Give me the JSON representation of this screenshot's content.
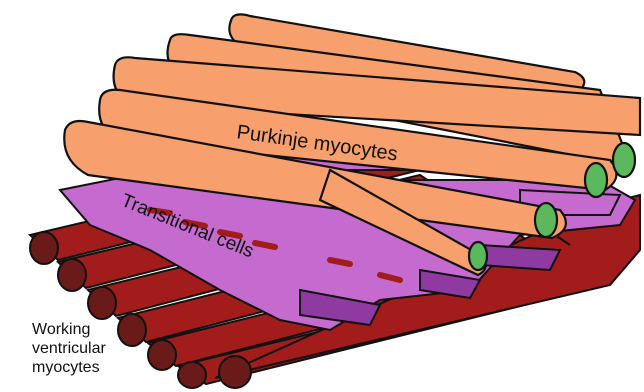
{
  "labels": {
    "purkinje": "Purkinje myocytes",
    "transitional": "Transitional cells",
    "working": [
      "Working",
      "ventricular",
      "myocytes"
    ]
  },
  "colors": {
    "purkinje_fill": "#f7a06d",
    "purkinje_end": "#5cb85c",
    "transitional_fill": "#c56bd0",
    "transitional_dark": "#8e3aa0",
    "working_fill": "#a31c1c",
    "working_end": "#6b1a1a",
    "outline": "#111111"
  }
}
